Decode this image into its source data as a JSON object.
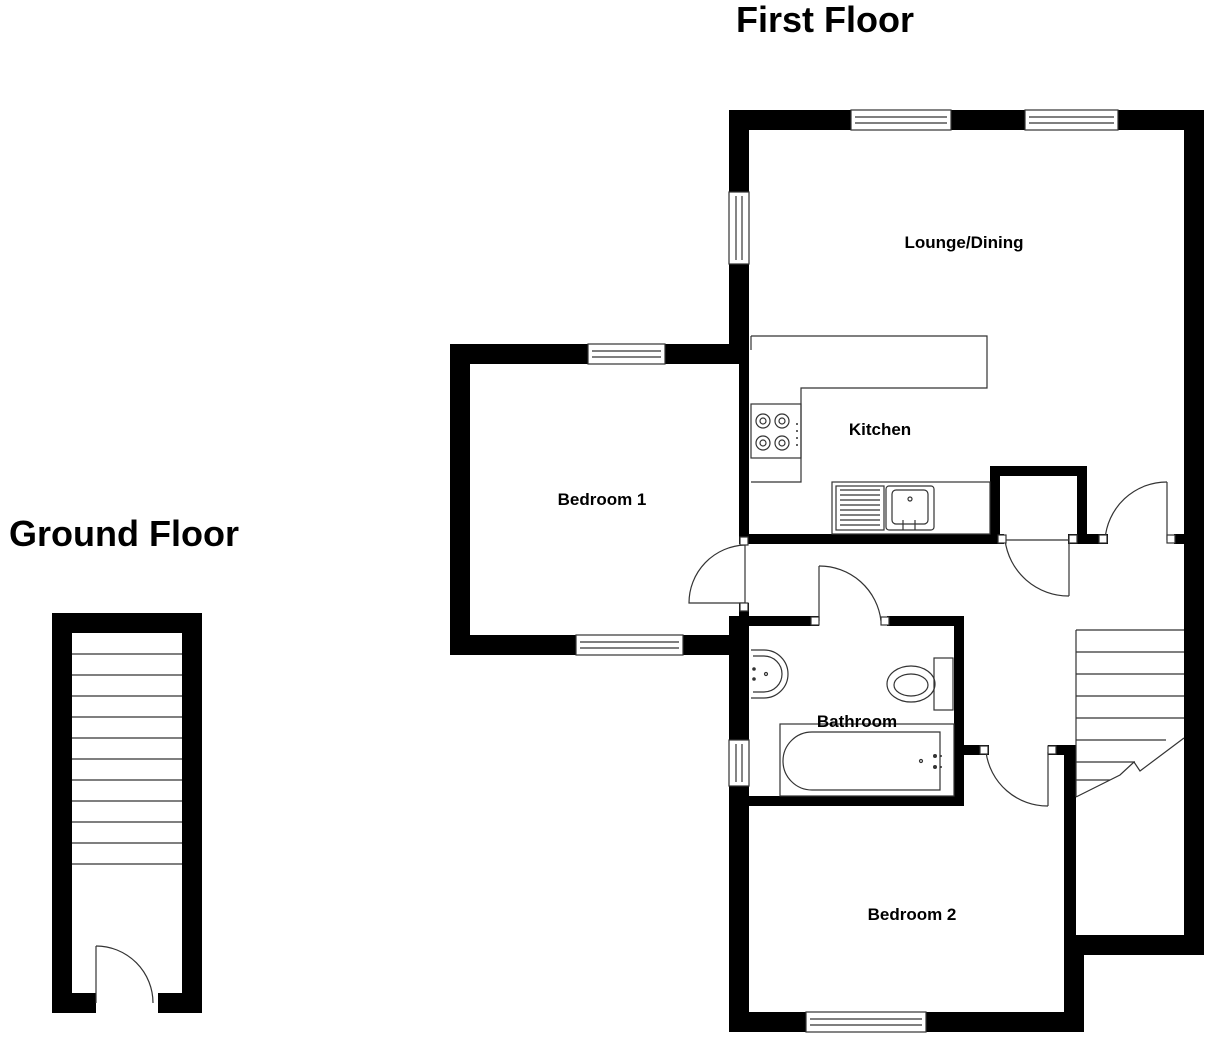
{
  "titles": {
    "first_floor": "First Floor",
    "ground_floor": "Ground Floor"
  },
  "rooms": {
    "lounge_dining": "Lounge/Dining",
    "kitchen": "Kitchen",
    "bedroom_1": "Bedroom 1",
    "bathroom": "Bathroom",
    "bedroom_2": "Bedroom 2"
  },
  "colors": {
    "wall": "#000000",
    "background": "#ffffff",
    "fixture_line": "#333333"
  }
}
